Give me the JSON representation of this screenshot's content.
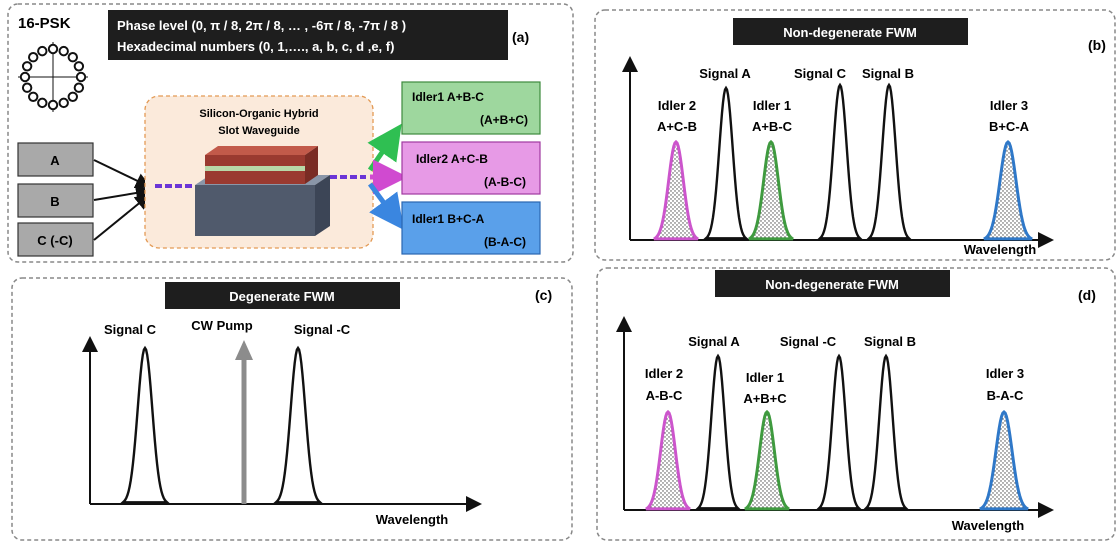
{
  "panel_a": {
    "tag": "(a)",
    "format_title": "16-PSK",
    "phase_line": "Phase level (0, π / 8, 2π / 8, … , -6π / 8, -7π / 8 )",
    "hex_line": "Hexadecimal numbers (0, 1,…., a, b, c, d ,e, f)",
    "inputs": [
      "A",
      "B",
      "C (-C)"
    ],
    "waveguide_title_1": "Silicon-Organic Hybrid",
    "waveguide_title_2": "Slot Waveguide",
    "outputs": [
      {
        "line1": "Idler1 A+B-C",
        "line2": "(A+B+C)",
        "color": "#9ed79e",
        "arrow": "#2fbf52"
      },
      {
        "line1": "Idler2 A+C-B",
        "line2": "(A-B-C)",
        "color": "#e79ae6",
        "arrow": "#d04ad0"
      },
      {
        "line1": "Idler1 B+C-A",
        "line2": "(B-A-C)",
        "color": "#5aa0ea",
        "arrow": "#3a86e0"
      }
    ]
  },
  "panel_b": {
    "tag": "(b)",
    "title": "Non-degenerate FWM",
    "xlabel": "Wavelength",
    "labels": [
      {
        "l1": "Idler 2",
        "l2": "A+C-B"
      },
      {
        "l1": "Signal A",
        "l2": ""
      },
      {
        "l1": "Idler 1",
        "l2": "A+B-C"
      },
      {
        "l1": "Signal C",
        "l2": ""
      },
      {
        "l1": "Signal B",
        "l2": ""
      },
      {
        "l1": "Idler 3",
        "l2": "B+C-A"
      }
    ]
  },
  "panel_c": {
    "tag": "(c)",
    "title": "Degenerate FWM",
    "xlabel": "Wavelength",
    "labels": [
      "Signal C",
      "CW Pump",
      "Signal -C"
    ]
  },
  "panel_d": {
    "tag": "(d)",
    "title": "Non-degenerate FWM",
    "xlabel": "Wavelength",
    "labels": [
      {
        "l1": "Idler 2",
        "l2": "A-B-C"
      },
      {
        "l1": "Signal A",
        "l2": ""
      },
      {
        "l1": "Idler 1",
        "l2": "A+B+C"
      },
      {
        "l1": "Signal -C",
        "l2": ""
      },
      {
        "l1": "Signal B",
        "l2": ""
      },
      {
        "l1": "Idler 3",
        "l2": "B-A-C"
      }
    ]
  },
  "colors": {
    "idler2": "#cc55cc",
    "idler1": "#3f9a3f",
    "idler3": "#2f78c8",
    "signal": "#111111",
    "pump": "#8c8c8c"
  }
}
